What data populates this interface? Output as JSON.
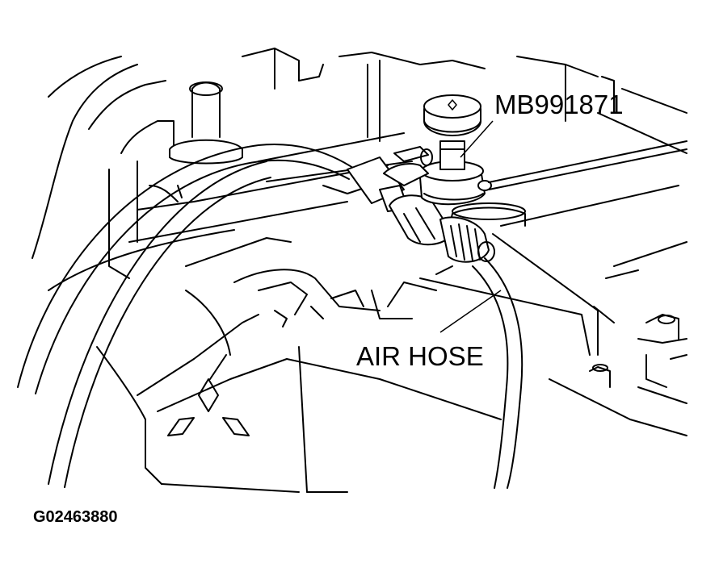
{
  "labels": {
    "tool": "MB991871",
    "hose": "AIR HOSE"
  },
  "figure_id": "G02463880",
  "colors": {
    "line": "#000000",
    "background": "#ffffff"
  }
}
